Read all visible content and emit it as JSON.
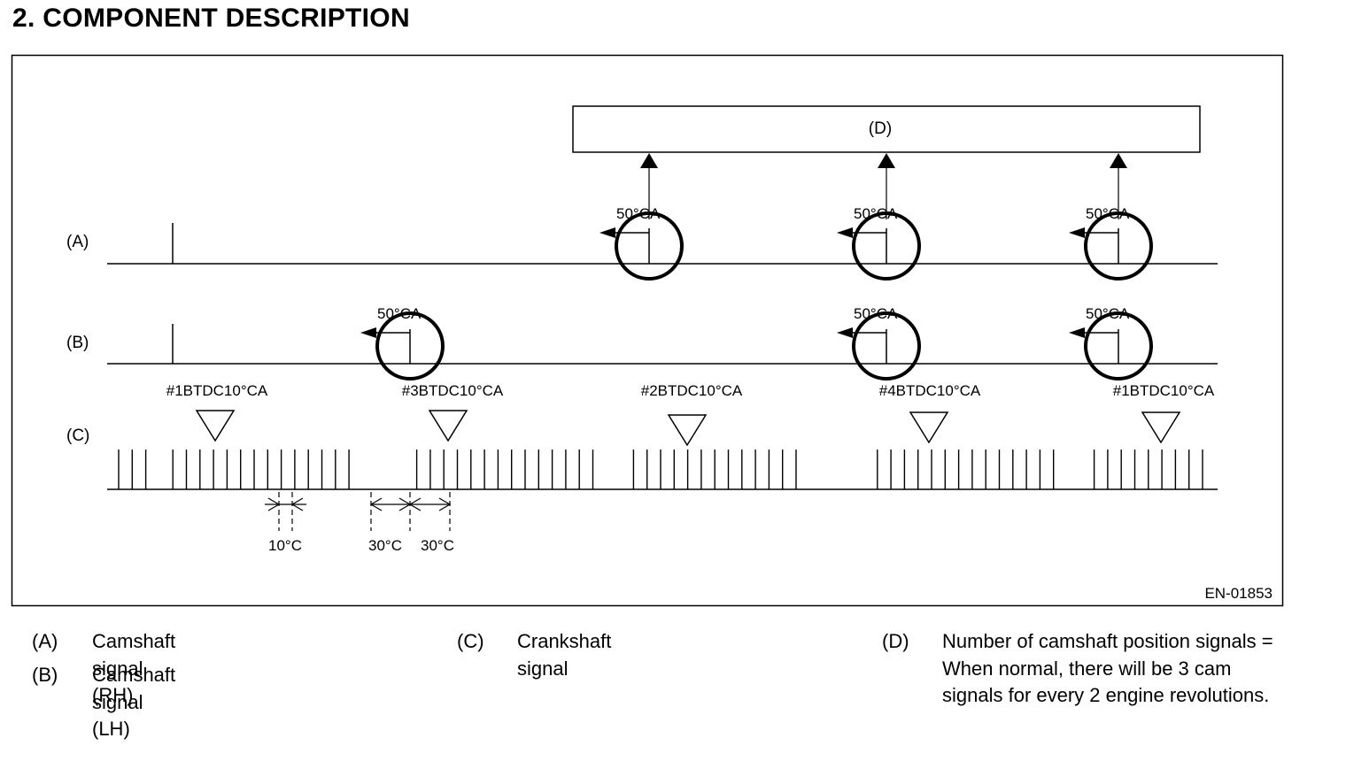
{
  "heading": "2.  COMPONENT DESCRIPTION",
  "diagram": {
    "box_label": "(D)",
    "row_labels": {
      "a": "(A)",
      "b": "(B)",
      "c": "(C)"
    },
    "pulse_label": "50°CA",
    "tdc_labels": [
      "#1BTDC10°CA",
      "#3BTDC10°CA",
      "#2BTDC10°CA",
      "#4BTDC10°CA",
      "#1BTDC10°CA"
    ],
    "dim_10": "10°C",
    "dim_30a": "30°C",
    "dim_30b": "30°C",
    "figure_id": "EN-01853"
  },
  "legend": {
    "a": {
      "key": "(A)",
      "text": "Camshaft signal (RH)"
    },
    "b": {
      "key": "(B)",
      "text": "Camshaft signal (LH)"
    },
    "c": {
      "key": "(C)",
      "text": "Crankshaft signal"
    },
    "d": {
      "key": "(D)",
      "text": "Number of camshaft position signals = When normal, there will be 3 cam signals for every 2 engine revolutions."
    }
  }
}
